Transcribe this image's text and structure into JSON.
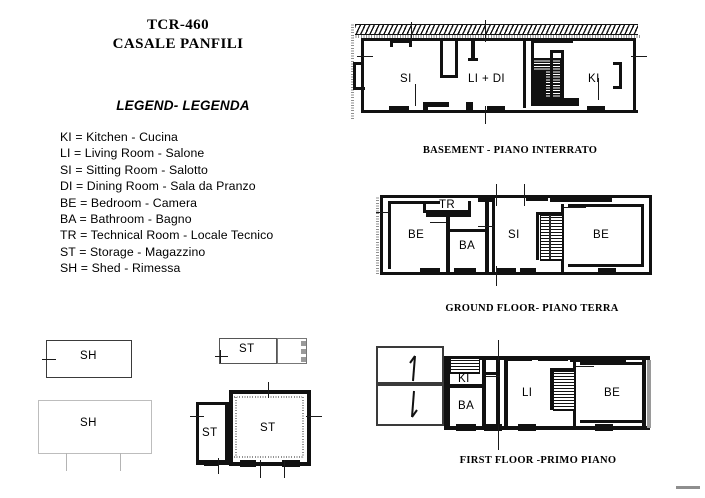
{
  "document": {
    "title_code": "TCR-460",
    "title_name": "CASALE PANFILI"
  },
  "legend": {
    "heading": "LEGEND- LEGENDA",
    "entries": [
      "KI = Kitchen - Cucina",
      "LI = Living Room - Salone",
      "SI = Sitting Room - Salotto",
      "DI = Dining Room - Sala da Pranzo",
      "BE = Bedroom - Camera",
      "BA = Bathroom - Bagno",
      "TR = Technical Room - Locale Tecnico",
      "ST = Storage - Magazzino",
      "SH = Shed - Rimessa"
    ]
  },
  "plans": {
    "basement": {
      "caption": "BASEMENT - PIANO INTERRATO",
      "rooms": [
        {
          "code": "SI"
        },
        {
          "code": "LI + DI"
        },
        {
          "code": "KI"
        }
      ]
    },
    "ground_floor": {
      "caption": "GROUND FLOOR- PIANO TERRA",
      "rooms": [
        {
          "code": "BE"
        },
        {
          "code": "TR"
        },
        {
          "code": "BA"
        },
        {
          "code": "SI"
        },
        {
          "code": "BE"
        }
      ]
    },
    "first_floor": {
      "caption": "FIRST FLOOR -PRIMO PIANO",
      "rooms": [
        {
          "code": "KI"
        },
        {
          "code": "BA"
        },
        {
          "code": "LI"
        },
        {
          "code": "BE"
        }
      ]
    },
    "shed_upper": {
      "code": "SH"
    },
    "shed_lower": {
      "code": "SH"
    },
    "storage_small": {
      "code": "ST"
    },
    "storage_side": {
      "code": "ST"
    },
    "storage_main": {
      "code": "ST"
    }
  }
}
